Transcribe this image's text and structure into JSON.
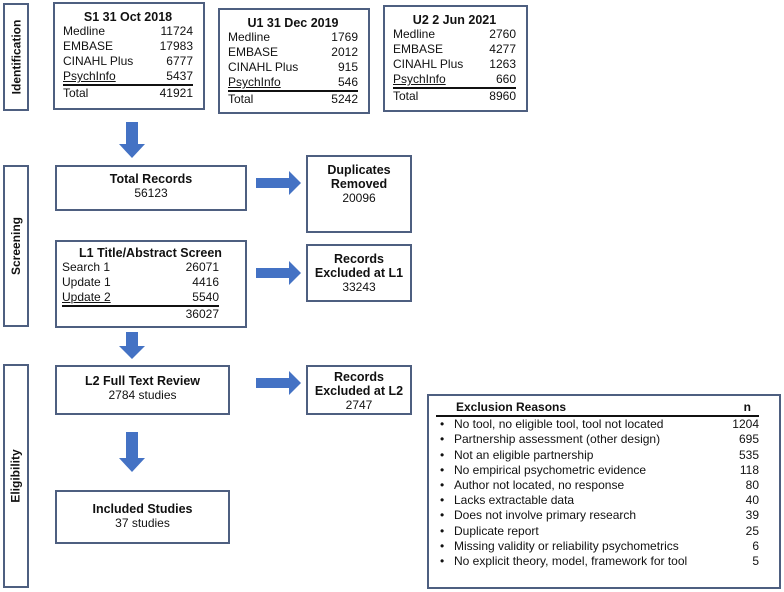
{
  "phases": {
    "identification": "Identification",
    "screening": "Screening",
    "eligibility": "Eligibility"
  },
  "searches": [
    {
      "title": "S1 31 Oct 2018",
      "rows": [
        [
          "Medline",
          "11724"
        ],
        [
          "EMBASE",
          "17983"
        ],
        [
          "CINAHL Plus",
          "6777"
        ],
        [
          "PsychInfo",
          "5437"
        ]
      ],
      "total_label": "Total",
      "total": "41921"
    },
    {
      "title": "U1 31 Dec 2019",
      "rows": [
        [
          "Medline",
          "1769"
        ],
        [
          "EMBASE",
          "2012"
        ],
        [
          "CINAHL Plus",
          "915"
        ],
        [
          "PsychInfo",
          "546"
        ]
      ],
      "total_label": "Total",
      "total": "5242"
    },
    {
      "title": "U2 2 Jun 2021",
      "rows": [
        [
          "Medline",
          "2760"
        ],
        [
          "EMBASE",
          "4277"
        ],
        [
          "CINAHL Plus",
          "1263"
        ],
        [
          "PsychInfo",
          "660"
        ]
      ],
      "total_label": "Total",
      "total": "8960"
    }
  ],
  "total_records": {
    "title": "Total Records",
    "value": "56123"
  },
  "duplicates": {
    "title1": "Duplicates",
    "title2": "Removed",
    "value": "20096"
  },
  "l1": {
    "title": "L1 Title/Abstract Screen",
    "rows": [
      [
        "Search 1",
        "26071"
      ],
      [
        "Update 1",
        "4416"
      ],
      [
        "Update 2",
        "5540"
      ]
    ],
    "total": "36027"
  },
  "excluded_l1": {
    "title1": "Records",
    "title2": "Excluded at L1",
    "value": "33243"
  },
  "l2": {
    "title": "L2 Full Text Review",
    "value": "2784 studies"
  },
  "excluded_l2": {
    "title1": "Records",
    "title2": "Excluded at L2",
    "value": "2747"
  },
  "included": {
    "title": "Included Studies",
    "value": "37 studies"
  },
  "exclusion_reasons": {
    "header": "Exclusion Reasons",
    "n_header": "n",
    "items": [
      [
        "No tool, no eligible tool, tool not located",
        "1204"
      ],
      [
        "Partnership assessment (other design)",
        "695"
      ],
      [
        "Not an eligible partnership",
        "535"
      ],
      [
        "No empirical psychometric evidence",
        "118"
      ],
      [
        "Author not located, no response",
        "80"
      ],
      [
        "Lacks extractable data",
        "40"
      ],
      [
        "Does not involve primary research",
        "39"
      ],
      [
        "Duplicate report",
        "25"
      ],
      [
        "Missing validity or reliability psychometrics",
        "6"
      ],
      [
        "No explicit theory, model, framework for tool",
        "5"
      ]
    ]
  },
  "colors": {
    "arrow": "#4472c4",
    "border": "#4e5f80"
  }
}
